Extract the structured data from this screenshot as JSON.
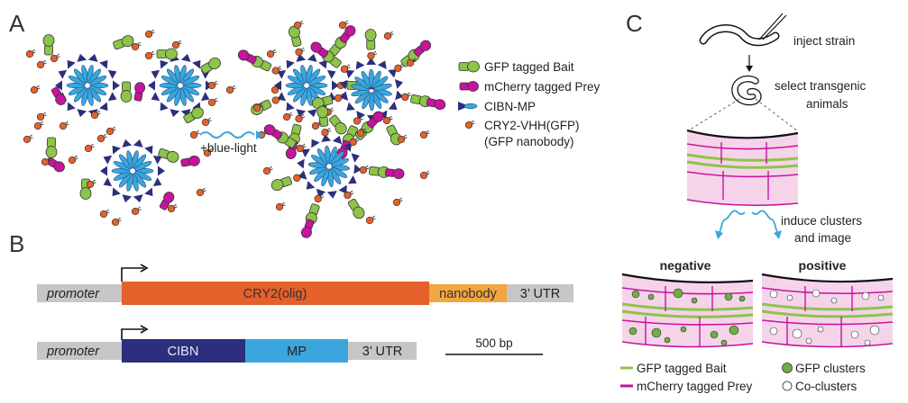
{
  "panels": {
    "a": {
      "letter": "A",
      "arrow_label": "+blue-light",
      "legend": [
        {
          "label": "GFP tagged Bait",
          "glyph": "gfp-bait"
        },
        {
          "label": "mCherry tagged Prey",
          "glyph": "mcherry-prey"
        },
        {
          "label": "CIBN-MP",
          "glyph": "cibn-mp"
        },
        {
          "label": "CRY2-VHH(GFP)",
          "glyph": "cry2-vhh"
        },
        {
          "label": "(GFP nanobody)",
          "glyph": ""
        }
      ]
    },
    "b": {
      "letter": "B",
      "construct1": [
        {
          "label": "promoter",
          "italic": true
        },
        {
          "label": "CRY2(olig)"
        },
        {
          "label": "nanobody"
        },
        {
          "label": "3’ UTR"
        }
      ],
      "construct2": [
        {
          "label": "promoter",
          "italic": true
        },
        {
          "label": "CIBN"
        },
        {
          "label": "MP"
        },
        {
          "label": "3’ UTR"
        }
      ],
      "scale_bar": "500 bp"
    },
    "c": {
      "letter": "C",
      "step1": "inject strain",
      "step2_line1": "select transgenic",
      "step2_line2": "animals",
      "step3_line1": "induce clusters",
      "step3_line2": "and image",
      "negative": "negative",
      "positive": "positive",
      "legend": [
        {
          "label": "GFP tagged Bait"
        },
        {
          "label": "GFP clusters"
        },
        {
          "label": "mCherry tagged Prey"
        },
        {
          "label": "Co-clusters"
        }
      ]
    }
  },
  "colors": {
    "green": "#8dc449",
    "magenta": "#c8139e",
    "navy": "#2b2f7d",
    "sky": "#3aa6dd",
    "orange": "#e5602a",
    "peach": "#f2a540",
    "grey": "#c8c5c7",
    "pink": "#f5d4ea",
    "cluster_green": "#6fae43"
  }
}
